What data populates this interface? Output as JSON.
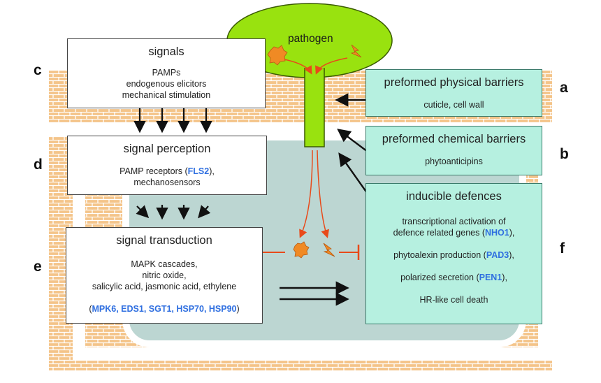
{
  "pathogen": {
    "label": "pathogen"
  },
  "letters": {
    "a": "a",
    "b": "b",
    "c": "c",
    "d": "d",
    "e": "e",
    "f": "f"
  },
  "signals": {
    "title": "signals",
    "lines": [
      "PAMPs",
      "endogenous elicitors",
      "mechanical stimulation"
    ]
  },
  "perception": {
    "title": "signal perception",
    "line1_pre": "PAMP receptors (",
    "line1_gene": "FLS2",
    "line1_post": "),",
    "line2": "mechanosensors"
  },
  "transduction": {
    "title": "signal transduction",
    "lines": [
      "MAPK cascades,",
      "nitric oxide,",
      "salicylic acid, jasmonic acid, ethylene"
    ],
    "genes_open": "(",
    "genes": "MPK6, EDS1, SGT1, HSP70, HSP90",
    "genes_close": ")"
  },
  "physical": {
    "title": "preformed physical barriers",
    "detail": "cuticle, cell wall"
  },
  "chemical": {
    "title": "preformed chemical barriers",
    "detail": "phytoanticipins"
  },
  "inducible": {
    "title": "inducible defences",
    "l1": "transcriptional activation of",
    "l2_pre": "defence related genes (",
    "l2_gene": "NHO1",
    "l2_post": "),",
    "l3_pre": "phytoalexin production (",
    "l3_gene": "PAD3",
    "l3_post": "),",
    "l4_pre": "polarized secretion (",
    "l4_gene": "PEN1",
    "l4_post": "),",
    "l5": "HR-like cell death"
  },
  "colors": {
    "pathogen_green": "#99e20f",
    "wall_orange": "#f4c489",
    "cytoplasm": "#bcd6d2",
    "teal_box": "#b6f0e0",
    "red_arrow": "#e84a1a",
    "gene_blue": "#2f6fe0"
  },
  "icons": [
    "elicitor-blob-icon",
    "lightning-icon",
    "inhibition-bar-icon"
  ]
}
